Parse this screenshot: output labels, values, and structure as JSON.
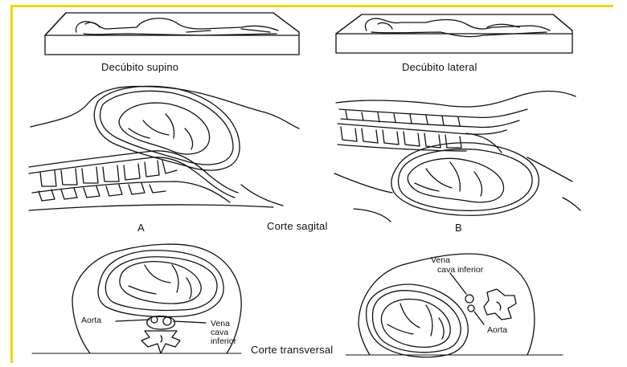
{
  "colors": {
    "accent_rule": "#f2d600",
    "ink": "#111111",
    "paper": "#ffffff"
  },
  "labels": {
    "supine": "Decúbito supino",
    "lateral": "Decúbito lateral",
    "panel_a": "A",
    "panel_b": "B",
    "sagittal": "Corte sagital",
    "transverse": "Corte transversal",
    "aorta_left": "Aorta",
    "vena_left_1": "Vena",
    "vena_left_2": "cava",
    "vena_left_3": "inferior",
    "vena_right_1": "Vena",
    "vena_right_2": "cava inferior",
    "aorta_right": "Aorta"
  }
}
